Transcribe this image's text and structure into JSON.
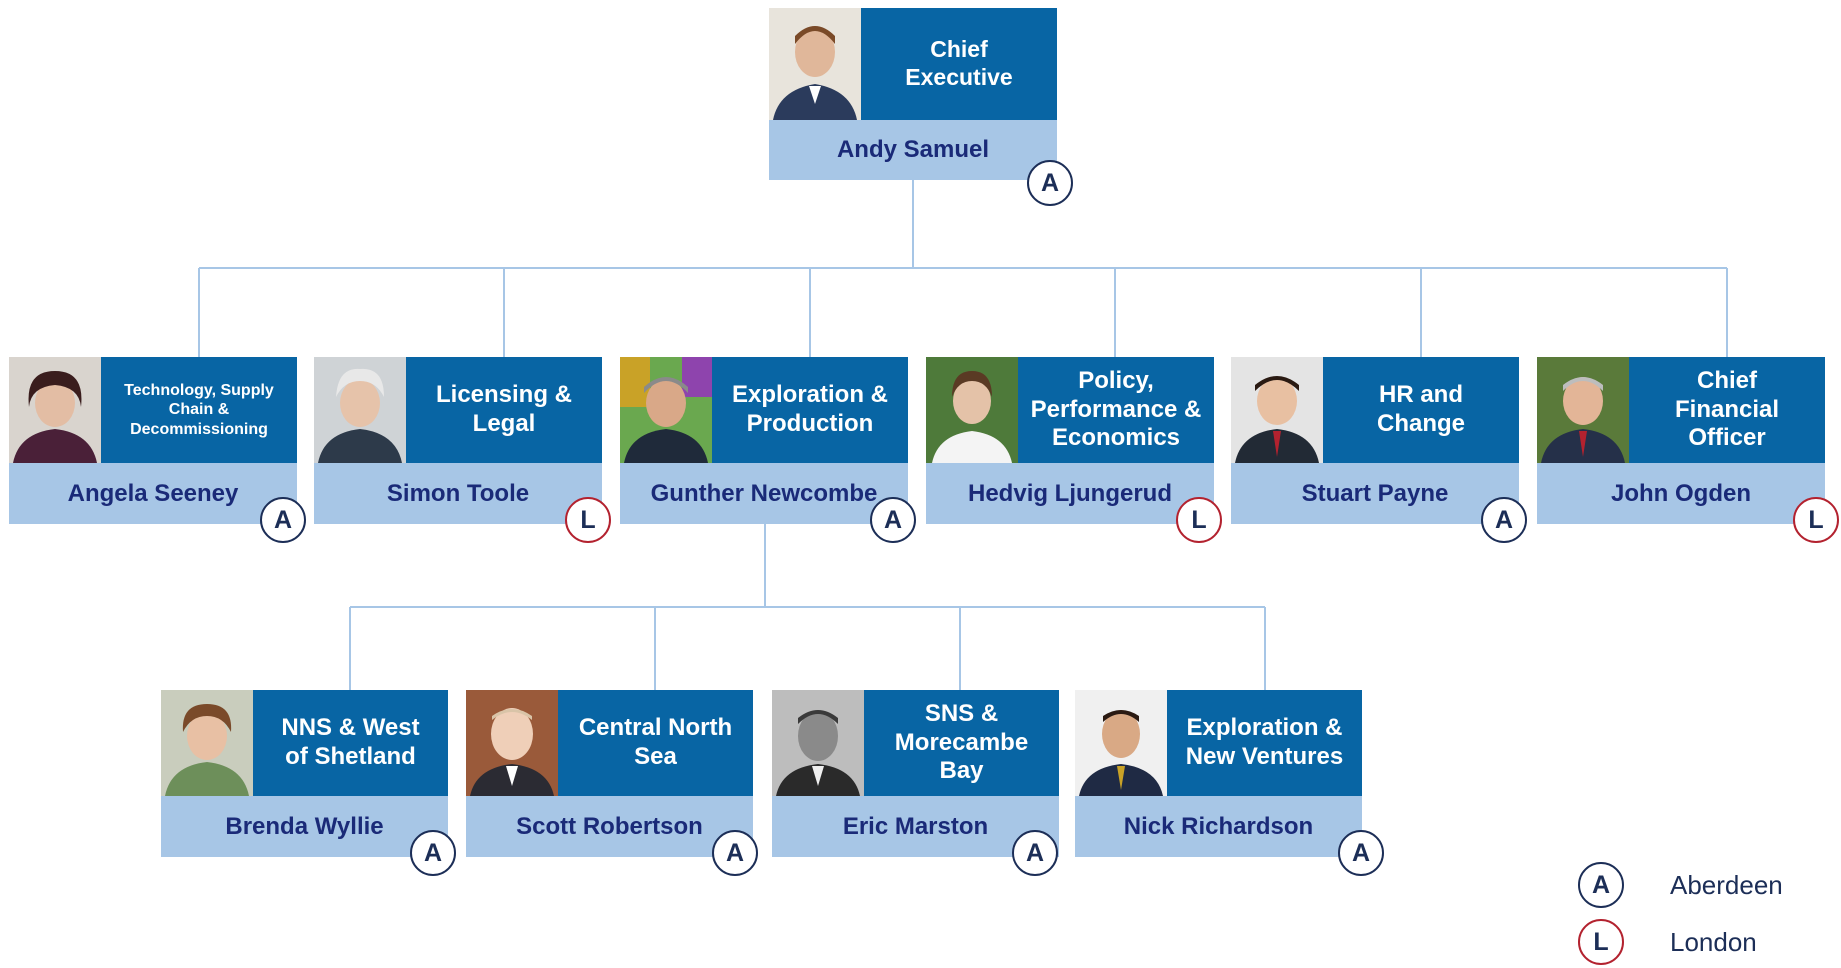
{
  "colors": {
    "role_bg": "#0865a4",
    "name_bg": "#a7c6e6",
    "name_text": "#1a2a78",
    "connector": "#a7c6e6",
    "aberdeen_ring": "#1c2e57",
    "london_ring": "#b3222f"
  },
  "chief": {
    "role": "Chief Executive",
    "name": "Andy Samuel",
    "location": "A",
    "photo": "portrait-photo"
  },
  "directors": [
    {
      "role": "Technology, Supply Chain & Decommissioning",
      "name": "Angela Seeney",
      "location": "A",
      "photo": "portrait-photo"
    },
    {
      "role": "Licensing & Legal",
      "name": "Simon Toole",
      "location": "L",
      "photo": "portrait-photo"
    },
    {
      "role": "Exploration & Production",
      "name": "Gunther Newcombe",
      "location": "A",
      "photo": "portrait-photo"
    },
    {
      "role": "Policy, Performance & Economics",
      "name": "Hedvig Ljungerud",
      "location": "L",
      "photo": "portrait-photo"
    },
    {
      "role": "HR and Change",
      "name": "Stuart Payne",
      "location": "A",
      "photo": "portrait-photo"
    },
    {
      "role": "Chief Financial Officer",
      "name": "John Ogden",
      "location": "L",
      "photo": "portrait-photo"
    }
  ],
  "area_managers": [
    {
      "role": "NNS & West of Shetland",
      "name": "Brenda Wyllie",
      "location": "A",
      "photo": "portrait-photo"
    },
    {
      "role": "Central North Sea",
      "name": "Scott Robertson",
      "location": "A",
      "photo": "portrait-photo"
    },
    {
      "role": "SNS & Morecambe Bay",
      "name": "Eric Marston",
      "location": "A",
      "photo": "portrait-photo"
    },
    {
      "role": "Exploration & New Ventures",
      "name": "Nick Richardson",
      "location": "A",
      "photo": "portrait-photo"
    }
  ],
  "legend": [
    {
      "letter": "A",
      "label": "Aberdeen"
    },
    {
      "letter": "L",
      "label": "London"
    }
  ]
}
